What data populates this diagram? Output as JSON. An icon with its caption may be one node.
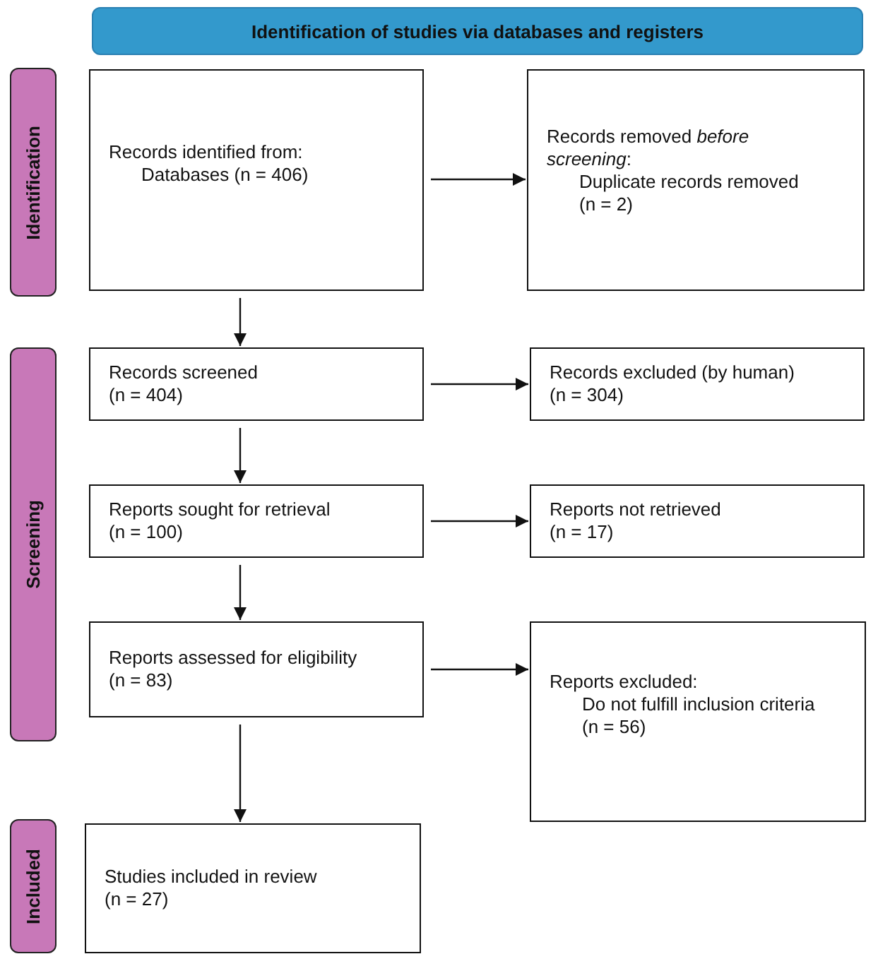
{
  "diagram": {
    "nodes": [
      {
        "text": [
          "Identification of studies via databases and registers"
        ]
      },
      {
        "text": [
          "Identification"
        ]
      },
      {
        "text": [
          "Records identified from:",
          "Databases (n = 406)"
        ]
      },
      {
        "text": [
          "Records removed *before screening*:",
          "Duplicate records removed (n = 2)"
        ]
      },
      {
        "text": [
          "Screening"
        ]
      },
      {
        "text": [
          "Records screened",
          "(n = 404)"
        ]
      },
      {
        "text": [
          "Records excluded (by human)",
          "(n = 304)"
        ]
      },
      {
        "text": [
          "Reports sought for retrieval",
          "(n = 100)"
        ]
      },
      {
        "text": [
          "Reports not retrieved",
          "(n = 17)"
        ]
      },
      {
        "text": [
          "Reports assessed for eligibility",
          "(n = 83)"
        ]
      },
      {
        "text": [
          "Reports excluded:",
          "Do not fulfill inclusion criteria",
          "(n = 56)"
        ]
      },
      {
        "text": [
          "Included"
        ]
      },
      {
        "text": [
          "Studies included in review",
          "(n = 27)"
        ]
      }
    ],
    "edges": [
      {
        "from": 2,
        "to": 3,
        "arrow": "to"
      },
      {
        "from": 2,
        "to": 5,
        "arrow": "to"
      },
      {
        "from": 5,
        "to": 6,
        "arrow": "to"
      },
      {
        "from": 5,
        "to": 7,
        "arrow": "to"
      },
      {
        "from": 7,
        "to": 8,
        "arrow": "to"
      },
      {
        "from": 7,
        "to": 9,
        "arrow": "to"
      },
      {
        "from": 9,
        "to": 10,
        "arrow": "to"
      },
      {
        "from": 9,
        "to": 12,
        "arrow": "to"
      }
    ]
  }
}
